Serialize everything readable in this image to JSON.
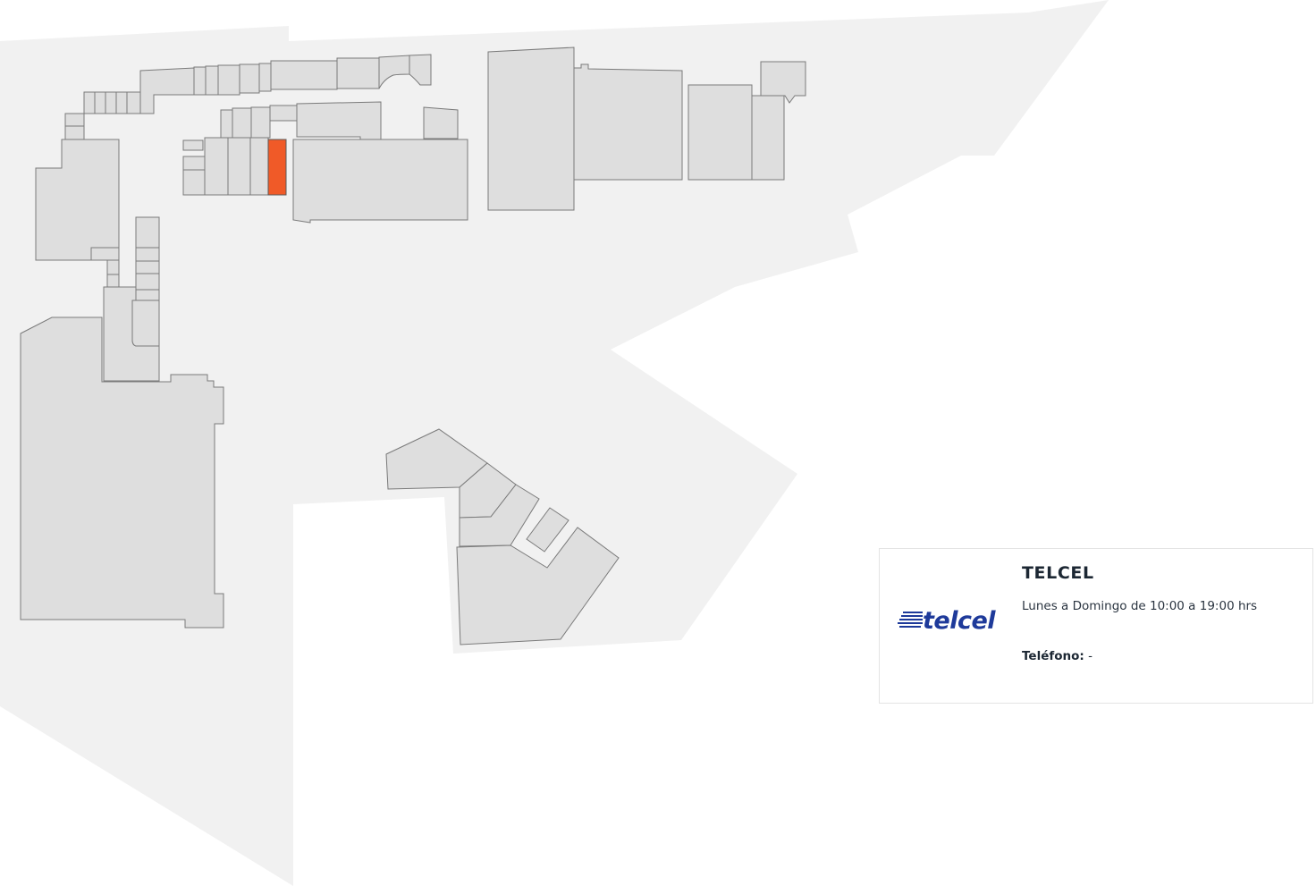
{
  "map": {
    "selected_store": "TELCEL",
    "colors": {
      "floor": "#f1f1f1",
      "store": "#dedede",
      "store_outline": "#7a7a7a",
      "selected": "#f05a28"
    }
  },
  "store_card": {
    "name": "TELCEL",
    "logo_text": "telcel",
    "logo_color": "#1e3a9a",
    "hours": "Lunes a Domingo de 10:00 a 19:00 hrs",
    "phone_label": "Teléfono:",
    "phone_value": "-"
  }
}
